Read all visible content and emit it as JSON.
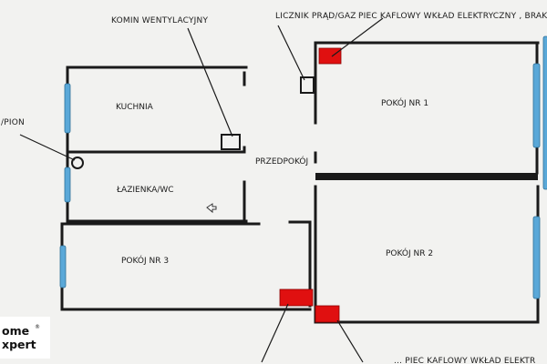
{
  "labels": {
    "komin": "KOMIN WENTYLACYJNY",
    "licznik": "LICZNIK PRĄD/GAZ",
    "piec_top": "PIEC KAFLOWY WKŁAD ELEKTRYCZNY , BRAK K",
    "pion": "/PION",
    "bottom_partial": "... PIEC KAFLOWY WKŁAD ELEKTR"
  },
  "rooms": {
    "kuchnia": "KUCHNIA",
    "lazienka": "ŁAZIENKA/WC",
    "przedpokoj": "PRZEDPOKÓJ",
    "pokoj1": "POKÓJ NR 1",
    "pokoj2": "POKÓJ NR 2",
    "pokoj3": "POKÓJ NR 3"
  },
  "logo": {
    "line1": "ome",
    "line2": "xpert",
    "reg": "®"
  },
  "colors": {
    "wall": "#1a1a1a",
    "heater": "#e01010",
    "window": "#5aa8d8",
    "background": "#f2f2f0"
  }
}
